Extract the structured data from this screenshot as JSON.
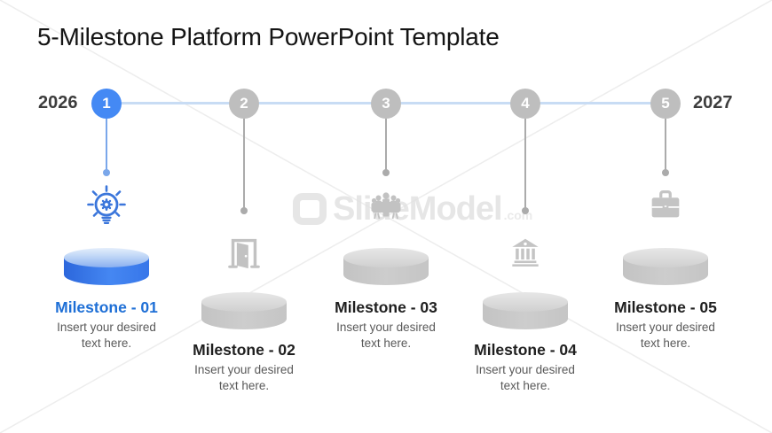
{
  "slide": {
    "title": "5-Milestone Platform PowerPoint Template"
  },
  "timeline": {
    "start_year": "2026",
    "end_year": "2027",
    "connector_color": "#C8DCF4"
  },
  "milestones": [
    {
      "number": "1",
      "title": "Milestone - 01",
      "description": "Insert your desired text here.",
      "icon": "idea-lightbulb-gear-icon",
      "state": "active"
    },
    {
      "number": "2",
      "title": "Milestone - 02",
      "description": "Insert your desired text here.",
      "icon": "open-door-icon",
      "state": "inactive"
    },
    {
      "number": "3",
      "title": "Milestone - 03",
      "description": "Insert your desired text here.",
      "icon": "meeting-table-icon",
      "state": "inactive"
    },
    {
      "number": "4",
      "title": "Milestone - 04",
      "description": "Insert your desired text here.",
      "icon": "bank-building-icon",
      "state": "inactive"
    },
    {
      "number": "5",
      "title": "Milestone - 05",
      "description": "Insert your desired text here.",
      "icon": "briefcase-icon",
      "state": "inactive"
    }
  ],
  "watermark": {
    "brand": "SlideModel",
    "suffix": ".com"
  },
  "colors": {
    "accent_blue": "#4489F4",
    "active_title_blue": "#1E6FD6",
    "inactive_gray": "#BEBEBE",
    "icon_gray": "#C2C2C2",
    "body_text": "#595959",
    "year_text": "#3D3D3D",
    "title_text": "#141414"
  }
}
